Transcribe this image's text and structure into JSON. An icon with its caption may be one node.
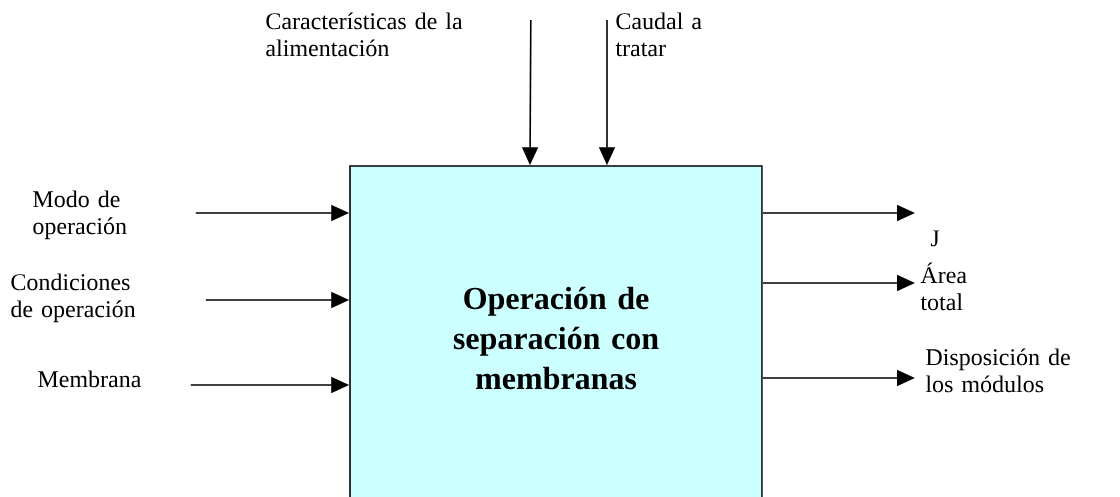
{
  "diagram": {
    "nodes": [
      {
        "text": [
          "Operación de separación con membranas"
        ]
      },
      {
        "text": [
          "Características de la alimentación"
        ]
      },
      {
        "text": [
          "Caudal a tratar"
        ]
      },
      {
        "text": [
          "Modo de operación"
        ]
      },
      {
        "text": [
          "Condiciones de operación"
        ]
      },
      {
        "text": [
          "Membrana"
        ]
      },
      {
        "text": [
          "J"
        ]
      },
      {
        "text": [
          "Área total"
        ]
      },
      {
        "text": [
          "Disposición de los módulos"
        ]
      }
    ],
    "edges": [
      {
        "from": 1,
        "to": 0,
        "arrow": "to"
      },
      {
        "from": 2,
        "to": 0,
        "arrow": "to"
      },
      {
        "from": 3,
        "to": 0,
        "arrow": "to"
      },
      {
        "from": 4,
        "to": 0,
        "arrow": "to"
      },
      {
        "from": 5,
        "to": 0,
        "arrow": "to"
      },
      {
        "from": 0,
        "to": 6,
        "arrow": "to"
      },
      {
        "from": 0,
        "to": 7,
        "arrow": "to"
      },
      {
        "from": 0,
        "to": 8,
        "arrow": "to"
      }
    ]
  }
}
